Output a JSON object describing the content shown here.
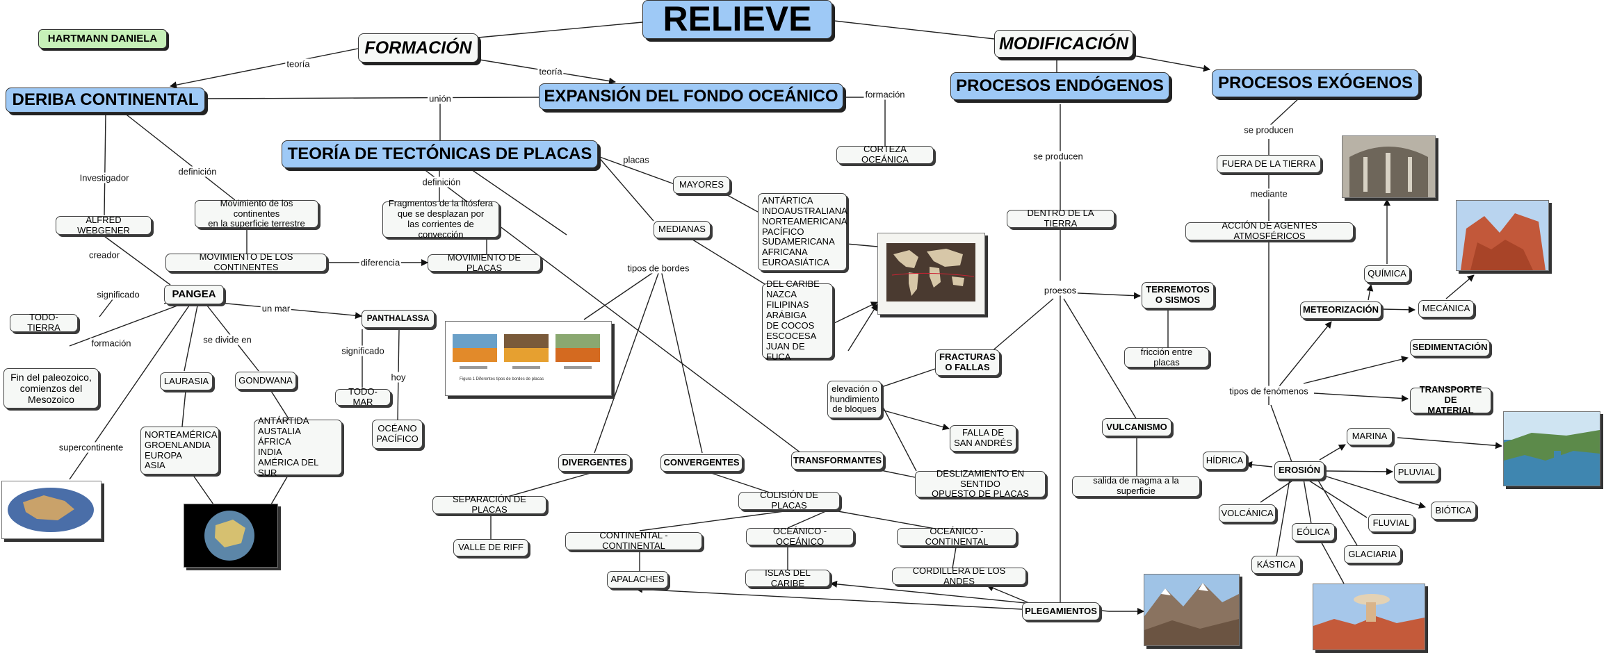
{
  "author": "HARTMANN DANIELA",
  "nodes": {
    "relieve": "RELIEVE",
    "formacion": "FORMACIÓN",
    "modificacion": "MODIFICACIÓN",
    "deriba": "DERIBA CONTINENTAL",
    "expansion": "EXPANSIÓN DEL FONDO OCEÁNICO",
    "teoria_tect": "TEORÍA DE TECTÓNICAS DE PLACAS",
    "endogenos": "PROCESOS ENDÓGENOS",
    "exogenos": "PROCESOS EXÓGENOS",
    "corteza": "CORTEZA OCEÁNICA",
    "alfred": "ALFRED WEBGENER",
    "mov_cont_def": "Movimiento de los continentes\nen la superficie terrestre",
    "fragmentos": "Fragmentos de la  litósfera\nque se desplazan por\nlas corrientes de convección",
    "mov_cont": "MOVIMIENTO DE LOS CONTINENTES",
    "mov_placas": "MOVIMIENTO DE PLACAS",
    "pangea": "PANGEA",
    "todo_tierra": "TODO-TIERRA",
    "paleozoico": "Fin del paleozoico,\ncomienzos del\nMesozoico",
    "laurasia": "LAURASIA",
    "gondwana": "GONDWANA",
    "laurasia_list": "NORTEAMÉRICA\nGROENLANDIA\nEUROPA\nASIA",
    "gondwana_list": "ANTÁRTIDA\nAUSTALIA\nÁFRICA\nINDIA\nAMÉRICA DEL SUR",
    "panthalassa": "PANTHALASSA",
    "todo_mar": "TODO-MAR",
    "oceano_pac": "OCÉANO\nPACÍFICO",
    "mayores": "MAYORES",
    "medianas": "MEDIANAS",
    "mayores_list": "ANTÁRTICA\nINDOAUSTRALIANA\nNORTEAMERICANA\nPACÍFICO\nSUDAMERICANA\nAFRICANA\nEUROASIÁTICA",
    "medianas_list": "DEL CARIBE\nNAZCA\nFILIPINAS\nARÁBIGA\nDE COCOS\nESCOCESA\nJUAN DE FUCA",
    "divergentes": "DIVERGENTES",
    "convergentes": "CONVERGENTES",
    "transformantes": "TRANSFORMANTES",
    "separacion": "SEPARACIÓN DE PLACAS",
    "valle": "VALLE DE RIFF",
    "colision": "COLISIÓN DE PLACAS",
    "cont_cont": "CONTINENTAL - CONTINENTAL",
    "oce_oce": "OCEÁNICO - OCEÁNICO",
    "oce_cont": "OCEÁNICO - CONTINENTAL",
    "apalaches": "APALACHES",
    "islas": "ISLAS DEL CARIBE",
    "cordillera": "CORDILLERA DE LOS ANDES",
    "plegamientos": "PLEGAMIENTOS",
    "deslizamiento": "DESLIZAMIENTO EN SENTIDO\nOPUESTO DE PLACAS",
    "dentro": "DENTRO DE LA TIERRA",
    "terremotos": "TERREMOTOS\nO SISMOS",
    "friccion": "fricción entre placas",
    "fracturas": "FRACTURAS\nO FALLAS",
    "elevacion": "elevación o\nhundimiento\nde bloques",
    "falla_sa": "FALLA DE\nSAN ANDRÉS",
    "vulcanismo": "VULCANISMO",
    "magma": "salida de magma a la superficie",
    "fuera": "FUERA DE LA TIERRA",
    "agentes": "ACCIÓN DE AGENTES ATMOSFÉRICOS",
    "quimica": "QUÍMICA",
    "meteorizacion": "METEORIZACIÓN",
    "mecanica": "MECÁNICA",
    "sedimentacion": "SEDIMENTACIÓN",
    "transporte": "TRANSPORTE DE\nMATERIAL",
    "erosion": "EROSIÓN",
    "hidrica": "HÍDRICA",
    "marina": "MARINA",
    "pluvial": "PLUVIAL",
    "biotica": "BIÓTICA",
    "fluvial": "FLUVIAL",
    "glaciaria": "GLACIARIA",
    "eolica": "EÓLICA",
    "volcanica": "VOLCÁNICA",
    "kastica": "KÁSTICA"
  },
  "labels": {
    "teoria1": "teoría",
    "teoria2": "teoría",
    "union": "unión",
    "formacion_lbl": "formación",
    "investigador": "Investigador",
    "definicion1": "definición",
    "definicion2": "definición",
    "placas": "placas",
    "creador": "creador",
    "diferencia": "diferencia",
    "significado1": "significado",
    "un_mar": "un mar",
    "formacion2": "formación",
    "se_divide": "se divide en",
    "significado2": "significado",
    "hoy": "hoy",
    "supercontinente": "supercontinente",
    "tipos_bordes": "tipos de bordes",
    "se_producen1": "se producen",
    "se_producen2": "se producen",
    "mediante": "mediante",
    "procesos": "proesos",
    "tipos_fenomenos": "tipos de fenómenos"
  },
  "images": {
    "map_caption": "world-map",
    "tect_caption": "Figura 1 Diferentes tipos de bordes de placas"
  },
  "colors": {
    "blue_node": "#9ec9f6",
    "author_node": "#c6f0b8",
    "box_fill": "#f6f8f6",
    "line": "#222222"
  }
}
